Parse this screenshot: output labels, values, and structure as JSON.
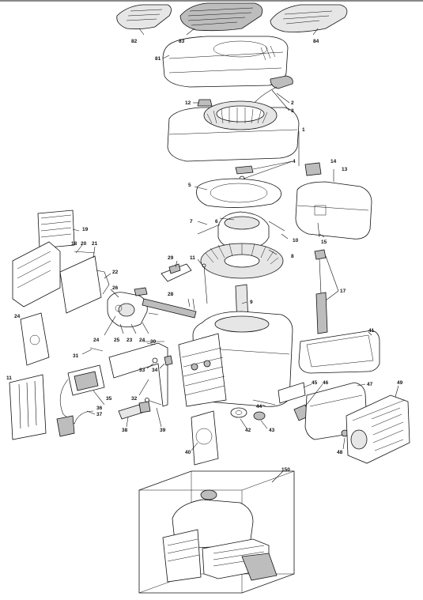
{
  "labels": {
    "p1": "1",
    "p2": "2",
    "p3": "3",
    "p4": "4",
    "p5": "5",
    "p6": "6",
    "p7": "7",
    "p8": "8",
    "p9": "9",
    "p10": "10",
    "p11a": "11",
    "p11b": "11",
    "p12": "12",
    "p13": "13",
    "p14": "14",
    "p15": "15",
    "p17": "17",
    "p18": "18",
    "p19": "19",
    "p20": "20",
    "p21": "21",
    "p22": "22",
    "p23": "23",
    "p24a": "24",
    "p24b": "24",
    "p24c": "24",
    "p25": "25",
    "p26": "26",
    "p28": "28",
    "p29": "29",
    "p30": "30",
    "p31": "31",
    "p32": "32",
    "p33": "33",
    "p34": "34",
    "p35": "35",
    "p36": "36",
    "p37": "37",
    "p38": "38",
    "p39": "39",
    "p40": "40",
    "p41": "41",
    "p42": "42",
    "p43": "43",
    "p44": "44",
    "p45": "45",
    "p46": "46",
    "p47": "47",
    "p48": "48",
    "p49": "49",
    "p81": "81",
    "p82": "82",
    "p83": "83",
    "p84": "84",
    "p150": "150"
  }
}
